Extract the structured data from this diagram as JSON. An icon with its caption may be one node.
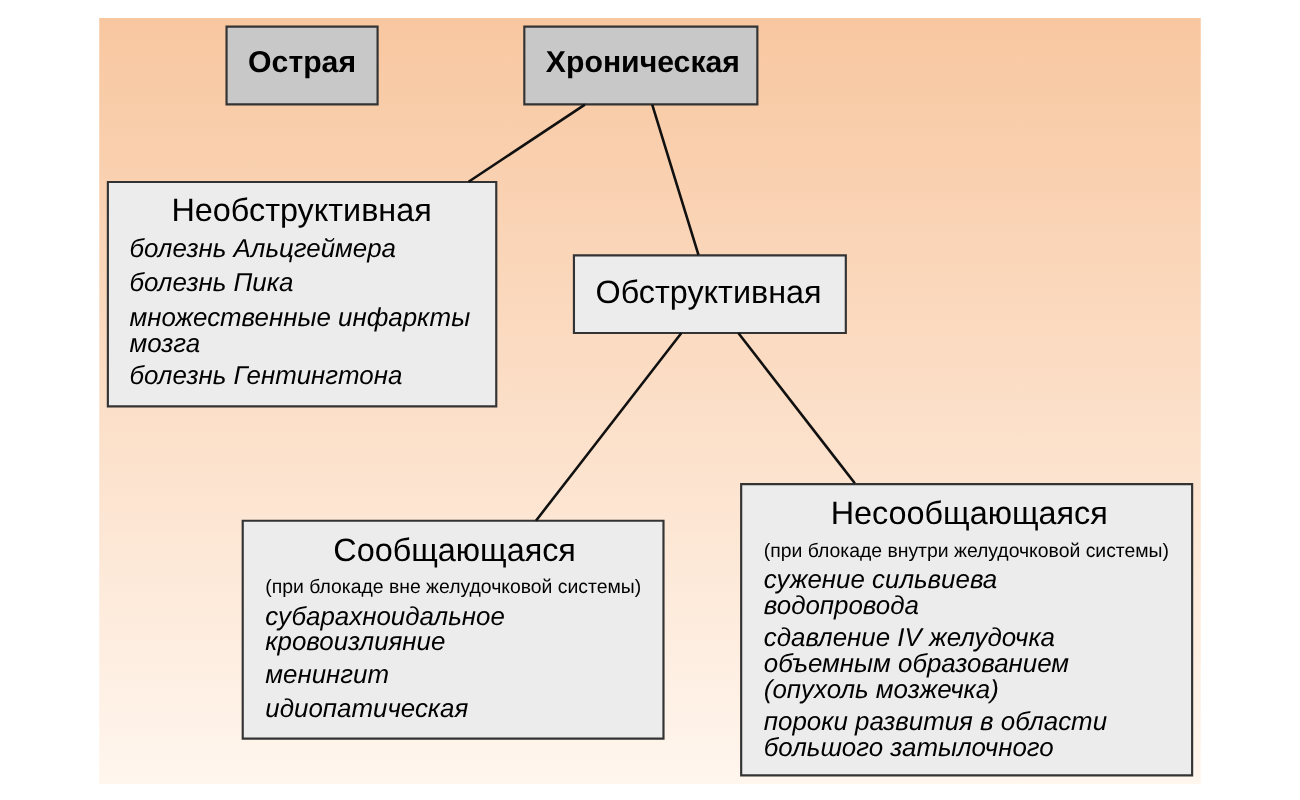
{
  "diagram": {
    "nodes": [
      {
        "text": [
          "Острая"
        ]
      },
      {
        "text": [
          "Хроническая"
        ]
      },
      {
        "text": [
          "Необструктивная",
          "болезнь Альцгеймера",
          "болезнь Пика",
          "множественные инфаркты мозга",
          "болезнь Гентингтона"
        ]
      },
      {
        "text": [
          "Обструктивная"
        ]
      },
      {
        "text": [
          "Сообщающаяся",
          "(при блокаде вне желудочковой системы)",
          "субарахноидальное кровоизлияние",
          "менингит",
          "идиопатическая"
        ]
      },
      {
        "text": [
          "Несообщающаяся",
          "(при блокаде внутри желудочковой системы)",
          "сужение сильвиева водопровода",
          "сдавление IV желудочка объемным образованием (опухоль мозжечка)",
          "пороки развития в области большого затылочного"
        ]
      }
    ],
    "edges": [
      {
        "from": 1,
        "to": 2,
        "arrow": "none"
      },
      {
        "from": 1,
        "to": 3,
        "arrow": "none"
      },
      {
        "from": 3,
        "to": 4,
        "arrow": "none"
      },
      {
        "from": 3,
        "to": 5,
        "arrow": "none"
      }
    ]
  }
}
